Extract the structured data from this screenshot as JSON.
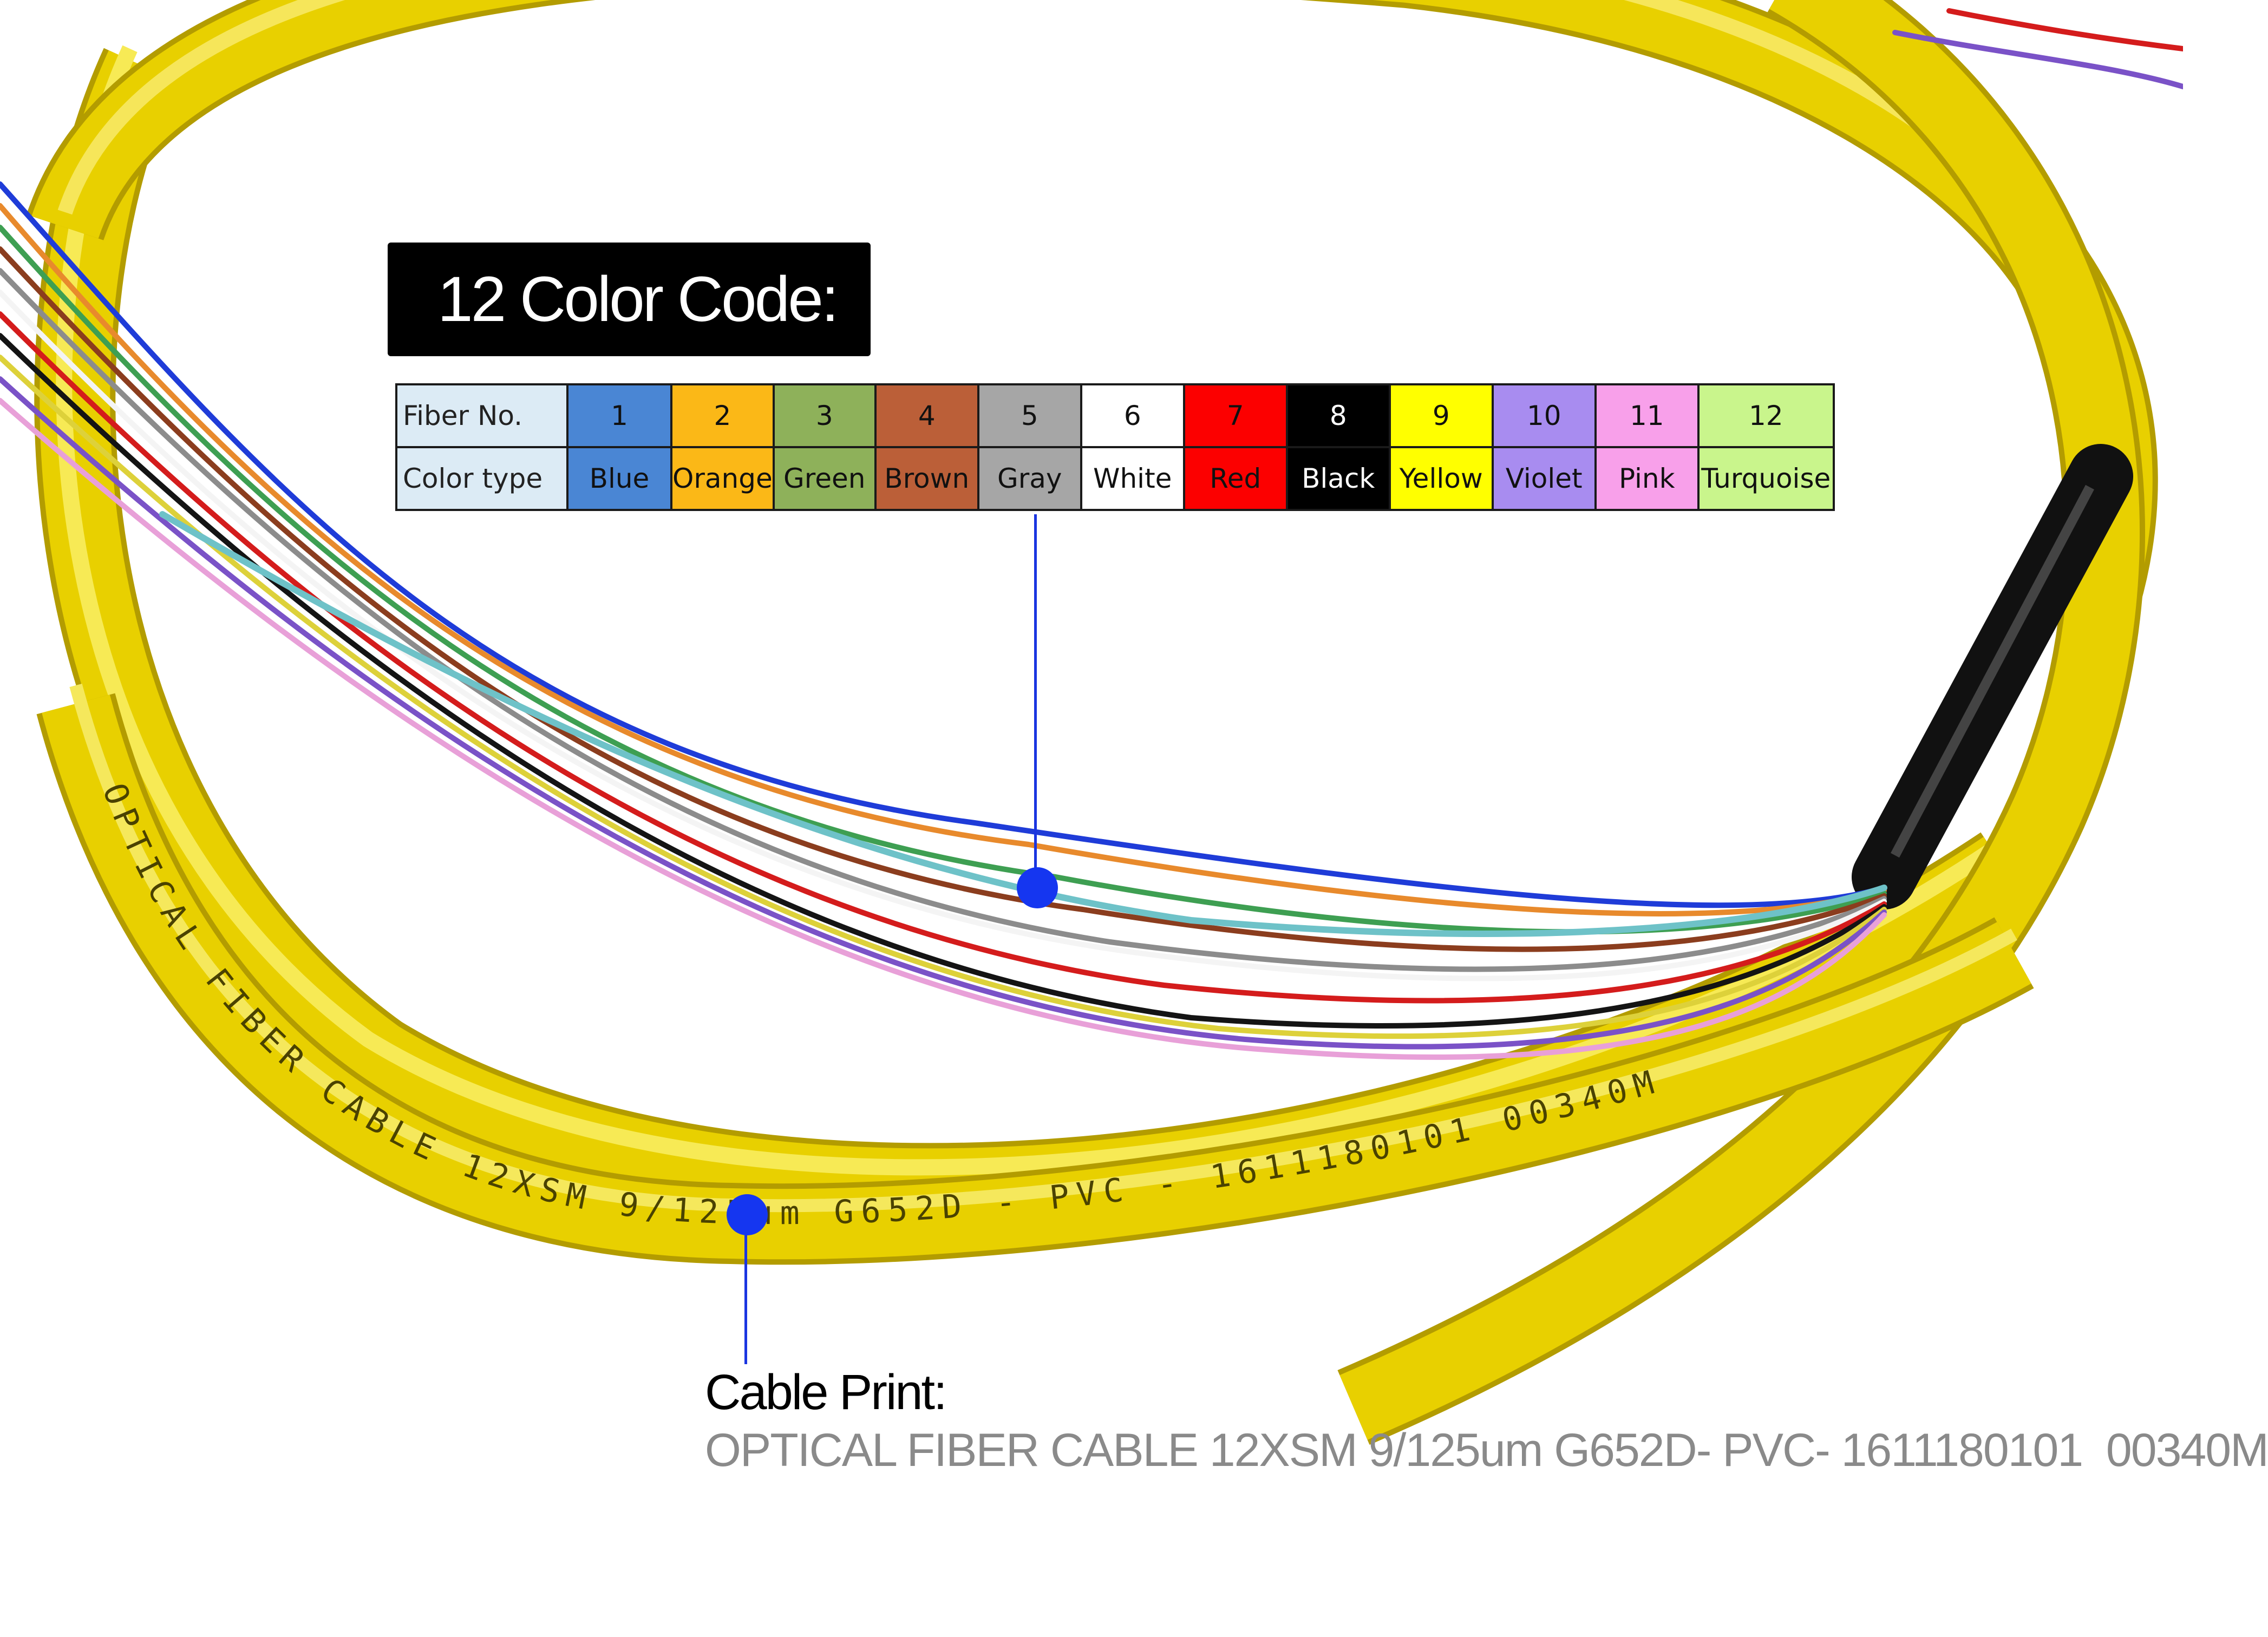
{
  "title": "12 Color Code:",
  "table": {
    "row_headers": [
      "Fiber  No.",
      "Color type"
    ],
    "fibers": [
      {
        "no": "1",
        "color": "Blue",
        "bg": "#4a86d4",
        "fg": "#111111"
      },
      {
        "no": "2",
        "color": "Orange",
        "bg": "#fbb817",
        "fg": "#111111"
      },
      {
        "no": "3",
        "color": "Green",
        "bg": "#8eb15a",
        "fg": "#111111"
      },
      {
        "no": "4",
        "color": "Brown",
        "bg": "#bb5f38",
        "fg": "#111111"
      },
      {
        "no": "5",
        "color": "Gray",
        "bg": "#a6a6a6",
        "fg": "#111111"
      },
      {
        "no": "6",
        "color": "White",
        "bg": "#ffffff",
        "fg": "#111111"
      },
      {
        "no": "7",
        "color": "Red",
        "bg": "#fc0000",
        "fg": "#111111"
      },
      {
        "no": "8",
        "color": "Black",
        "bg": "#000000",
        "fg": "#ffffff"
      },
      {
        "no": "9",
        "color": "Yellow",
        "bg": "#ffff00",
        "fg": "#111111"
      },
      {
        "no": "10",
        "color": "Violet",
        "bg": "#a88cf0",
        "fg": "#111111"
      },
      {
        "no": "11",
        "color": "Pink",
        "bg": "#f8a0ea",
        "fg": "#111111"
      },
      {
        "no": "12",
        "color": "Turquoise",
        "bg": "#c9f58c",
        "fg": "#111111"
      }
    ]
  },
  "cable_print": {
    "label": "Cable Print:",
    "text": "OPTICAL FIBER CABLE 12XSM 9/125um G652D- PVC- 1611180101  00340M"
  },
  "jacket_print": "OPTICAL FIBER CABLE 12XSM 9/125um G652D - PVC - 1611180101 00340M",
  "colors": {
    "cable_yellow": "#e8d000",
    "callout_blue": "#1536f0"
  }
}
